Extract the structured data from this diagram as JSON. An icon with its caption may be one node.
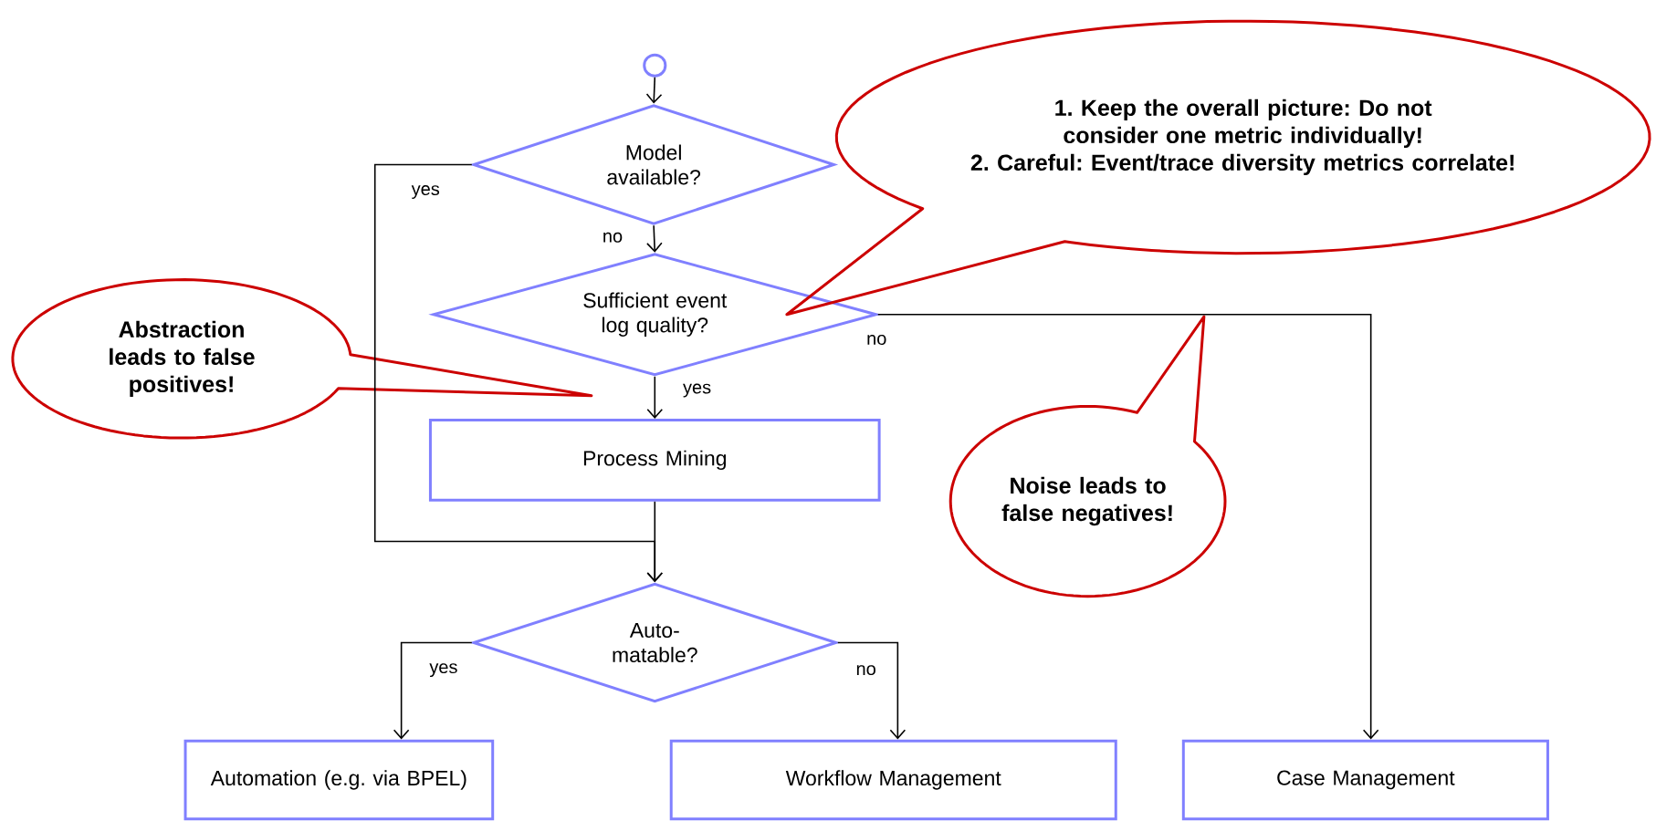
{
  "diagram": {
    "nodes": [
      {
        "text": [],
        "shape": "circle"
      },
      {
        "text": [
          "Model available?"
        ]
      },
      {
        "text": [
          "Sufficient event log quality?"
        ]
      },
      {
        "text": [
          "Process Mining"
        ]
      },
      {
        "text": [
          "Auto- matable?"
        ]
      },
      {
        "text": [
          "Automation (e.g. via BPEL)"
        ]
      },
      {
        "text": [
          "Workflow Management"
        ]
      },
      {
        "text": [
          "Case Management"
        ]
      },
      {
        "text": [
          "1. Keep the overall picture: Do not consider one metric individually!",
          "2. Careful: Event/trace diversity metrics correlate!"
        ]
      },
      {
        "text": [
          "Abstraction leads to false positives!"
        ]
      },
      {
        "text": [
          "Noise leads to false negatives!"
        ]
      }
    ],
    "edges": [
      {
        "from": 0,
        "to": 1,
        "arrow": "to"
      },
      {
        "from": 1,
        "to": 2,
        "arrow": "to",
        "label": "no"
      },
      {
        "from": 2,
        "to": 3,
        "arrow": "to",
        "label": "yes"
      },
      {
        "from": 1,
        "to": 4,
        "arrow": "to",
        "label": "yes"
      },
      {
        "from": 3,
        "to": 4,
        "arrow": "to"
      },
      {
        "from": 4,
        "to": 5,
        "arrow": "to",
        "label": "yes"
      },
      {
        "from": 4,
        "to": 6,
        "arrow": "to",
        "label": "no"
      },
      {
        "from": 2,
        "to": 7,
        "arrow": "to",
        "label": "no"
      }
    ]
  }
}
